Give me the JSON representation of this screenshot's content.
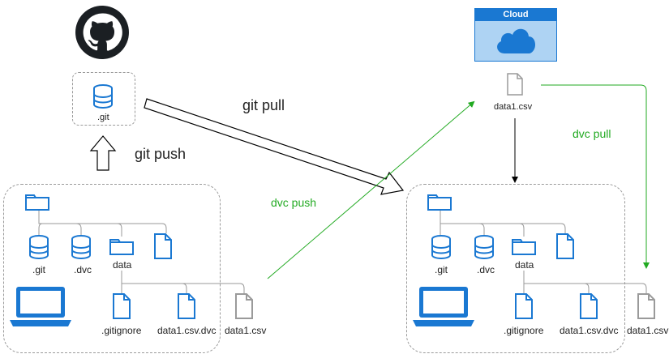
{
  "labels": {
    "git_push": "git push",
    "git_pull": "git pull",
    "dvc_push": "dvc push",
    "dvc_pull": "dvc pull",
    "cloud_title": "Cloud",
    "remote_git": ".git",
    "remote_file": "data1.csv"
  },
  "local_repo": {
    "git": ".git",
    "dvc": ".dvc",
    "data": "data",
    "gitignore": ".gitignore",
    "dvc_file": "data1.csv.dvc",
    "csv_file": "data1.csv"
  },
  "clone_repo": {
    "git": ".git",
    "dvc": ".dvc",
    "data": "data",
    "gitignore": ".gitignore",
    "dvc_file": "data1.csv.dvc",
    "csv_file": "data1.csv"
  },
  "colors": {
    "blue": "#1a78d2",
    "green": "#22aa22",
    "gray": "#9a9a9a",
    "cloud_header": "#1a78d2",
    "cloud_body": "#aed3f3"
  }
}
